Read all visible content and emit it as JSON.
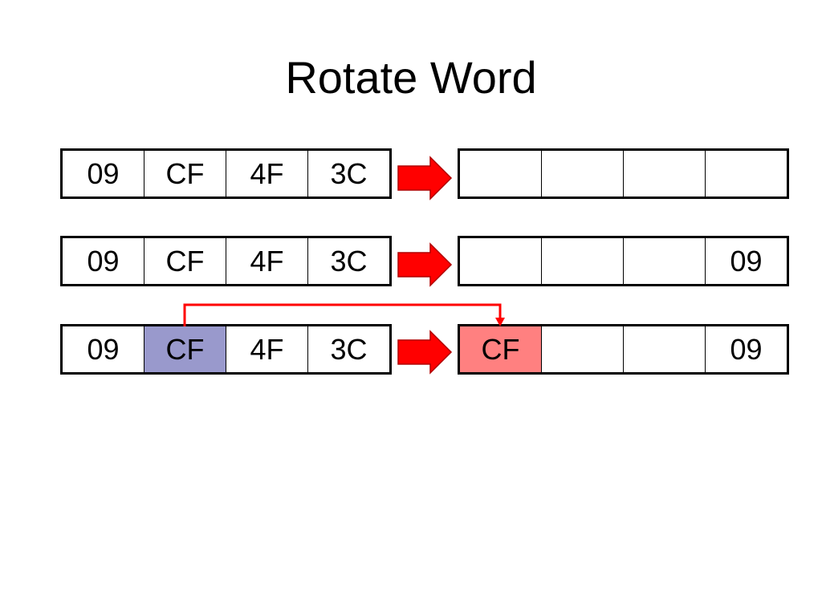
{
  "title": "Rotate Word",
  "colors": {
    "arrow_fill": "#ff0000",
    "arrow_stroke": "#b00000",
    "source_highlight": "#9999cc",
    "dest_highlight": "#ff8080",
    "connector": "#ff0000"
  },
  "rows": [
    {
      "input": [
        "09",
        "CF",
        "4F",
        "3C"
      ],
      "output": [
        "",
        "",
        "",
        ""
      ]
    },
    {
      "input": [
        "09",
        "CF",
        "4F",
        "3C"
      ],
      "output": [
        "",
        "",
        "",
        "09"
      ]
    },
    {
      "input": [
        "09",
        "CF",
        "4F",
        "3C"
      ],
      "output": [
        "CF",
        "",
        "",
        "09"
      ]
    }
  ]
}
